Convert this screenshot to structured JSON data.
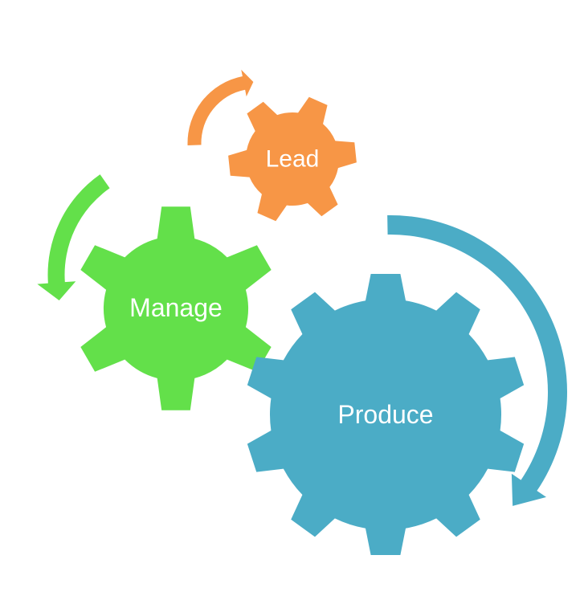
{
  "gears": [
    {
      "id": "lead",
      "label": "Lead",
      "color": "#F79646",
      "arrow_color": "#F79646"
    },
    {
      "id": "manage",
      "label": "Manage",
      "color": "#63E04A",
      "arrow_color": "#63E04A"
    },
    {
      "id": "produce",
      "label": "Produce",
      "color": "#4BACC6",
      "arrow_color": "#4BACC6"
    }
  ]
}
